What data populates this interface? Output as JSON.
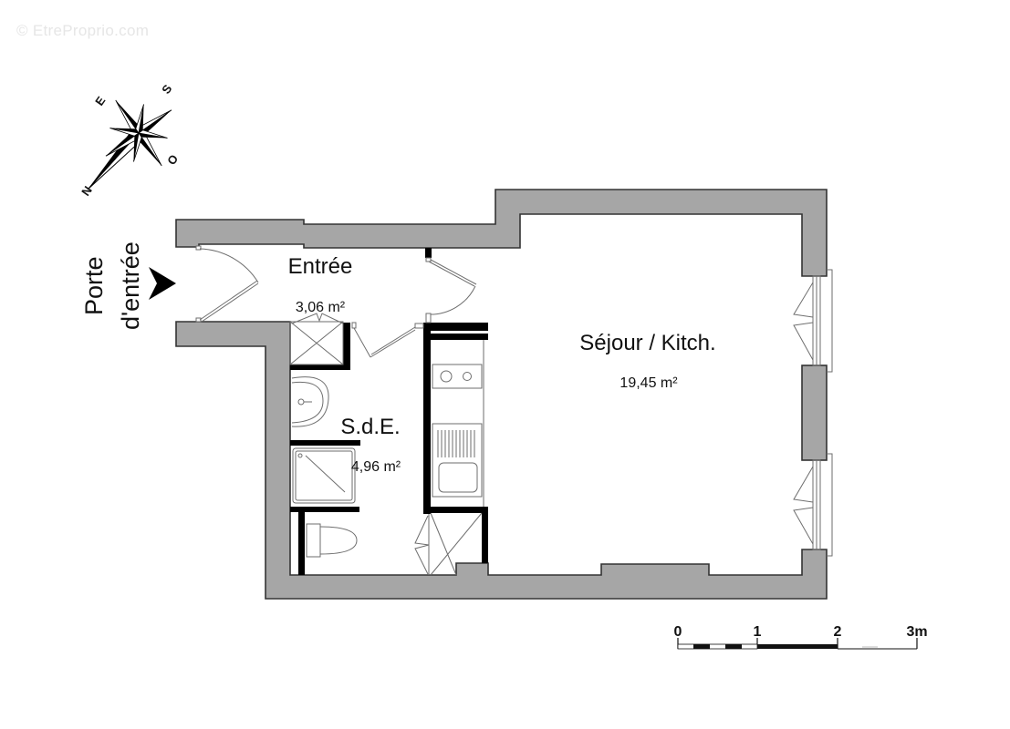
{
  "watermark": "© EtreProprio.com",
  "compass": {
    "labels": {
      "north": "N",
      "south": "S",
      "east": "E",
      "west": "O"
    }
  },
  "entrance": {
    "line1": "Porte",
    "line2": "d'entrée",
    "arrow_icon": "arrow-right-icon"
  },
  "rooms": [
    {
      "id": "entree",
      "name": "Entrée",
      "area": "3,06 m²"
    },
    {
      "id": "sde",
      "name": "S.d.E.",
      "area": "4,96 m²"
    },
    {
      "id": "sejour",
      "name": "Séjour / Kitch.",
      "area": "19,45 m²"
    }
  ],
  "scale_bar": {
    "ticks": [
      "0",
      "1",
      "2",
      "3m"
    ]
  },
  "colors": {
    "wall_fill": "#a6a6a6",
    "wall_stroke": "#333333",
    "partition": "#000000",
    "fixture_line": "#6e6e6e"
  }
}
